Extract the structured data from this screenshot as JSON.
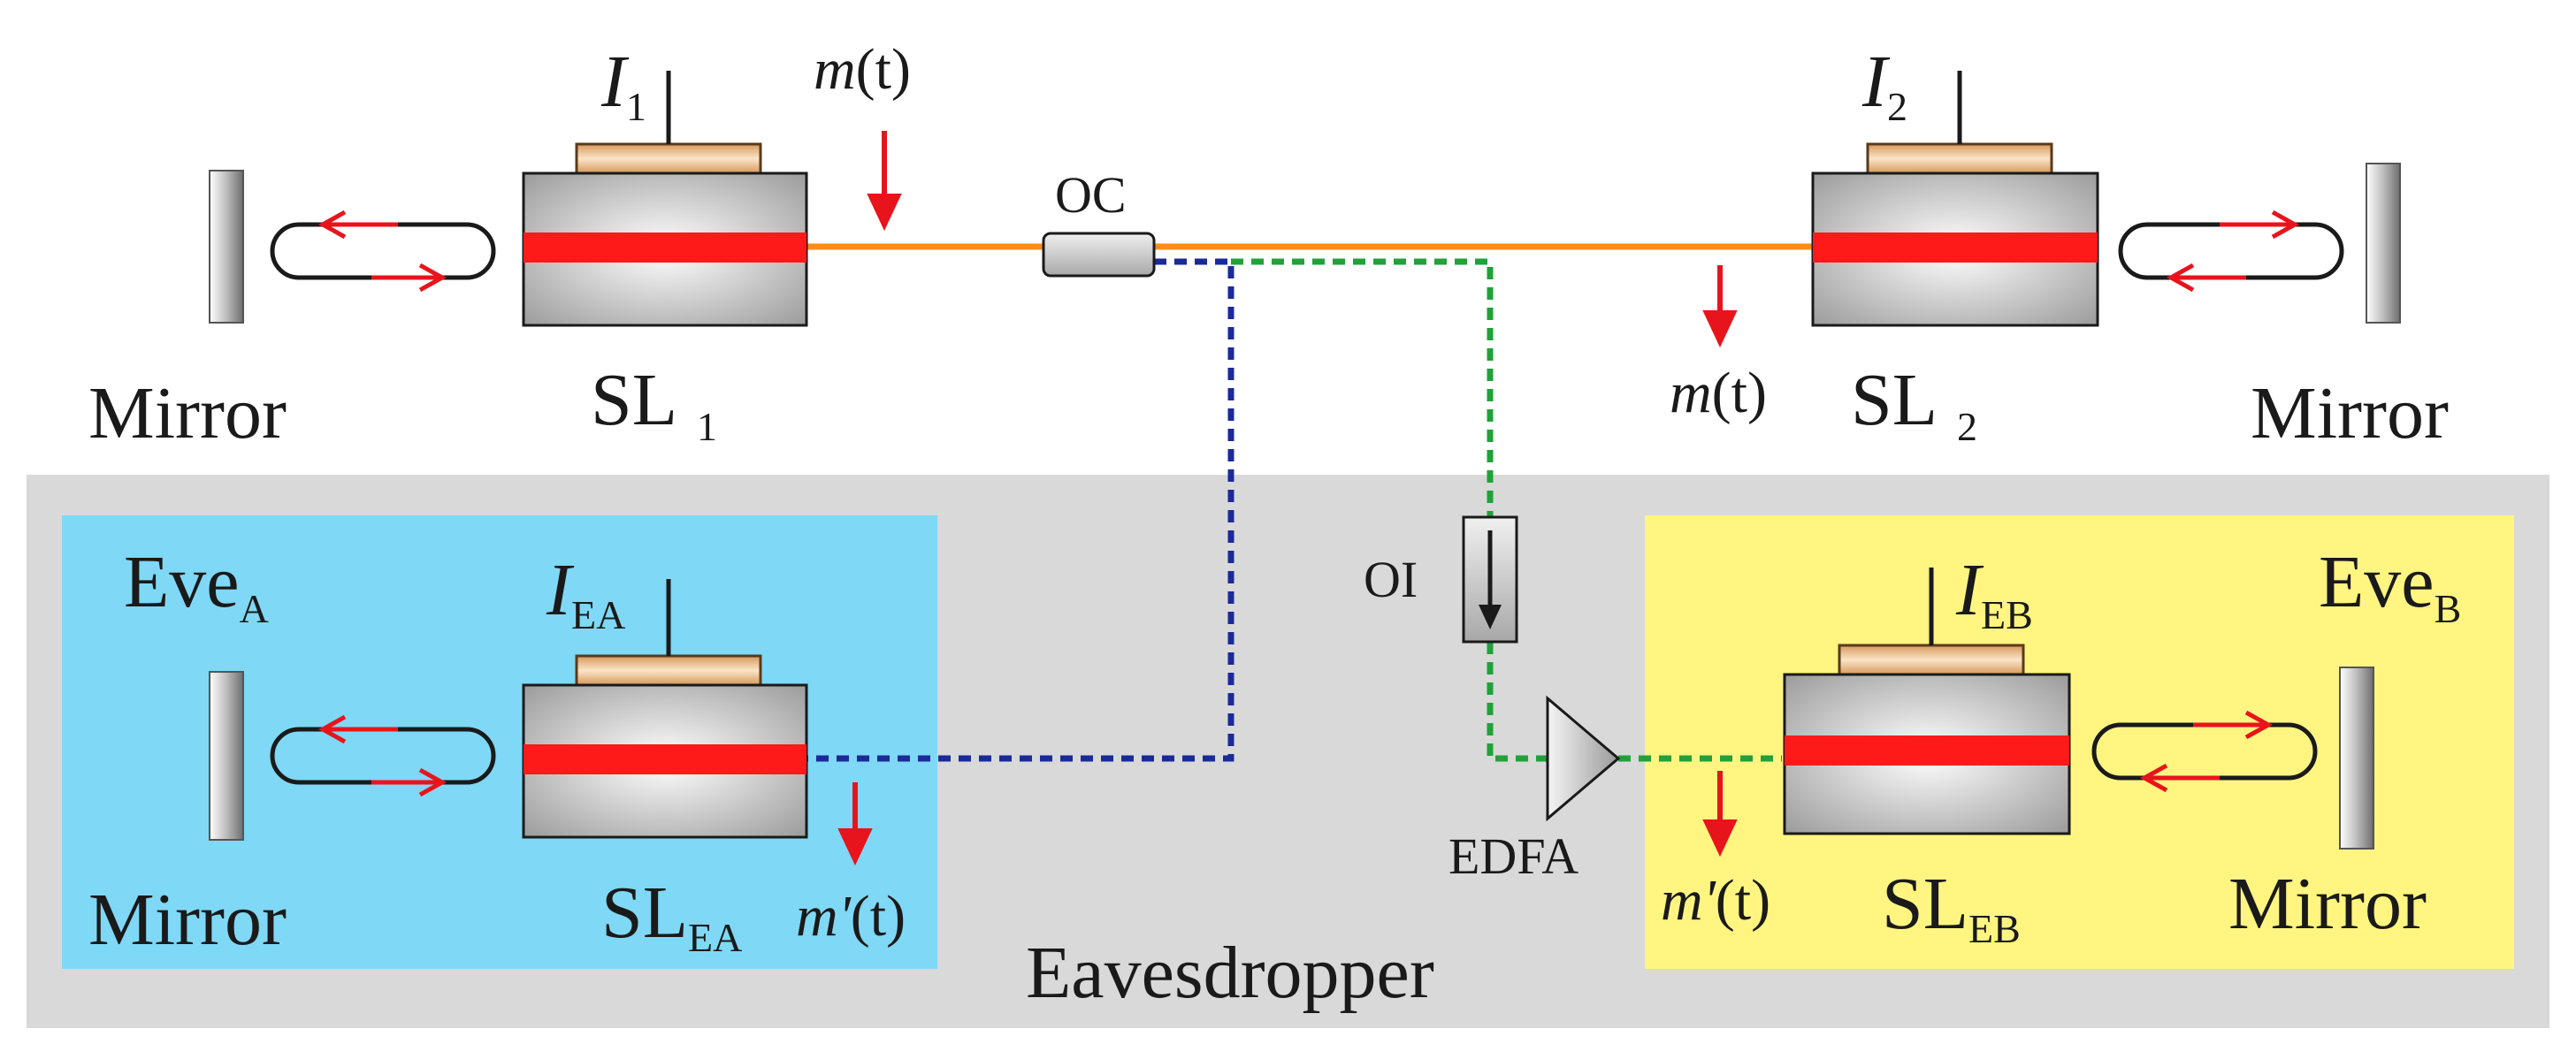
{
  "labels": {
    "mirror_left_top": "Mirror",
    "mirror_right_top": "Mirror",
    "mirror_eve_a": "Mirror",
    "mirror_eve_b": "Mirror",
    "sl1_main": "SL",
    "sl1_sub": "1",
    "sl2_main": "SL",
    "sl2_sub": "2",
    "slea_main": "SL",
    "slea_sub": "EA",
    "sleb_main": "SL",
    "sleb_sub": "EB",
    "i1_main": "I",
    "i1_sub": "1",
    "i2_main": "I",
    "i2_sub": "2",
    "iea_main": "I",
    "iea_sub": "EA",
    "ieb_main": "I",
    "ieb_sub": "EB",
    "m_top_italic": "m",
    "m_top_rest": "(t)",
    "m_right_italic": "m",
    "m_right_rest": "(t)",
    "mp_a_italic": "m'",
    "mp_a_rest": "(t)",
    "mp_b_italic": "m'",
    "mp_b_rest": "(t)",
    "oc": "OC",
    "oi": "OI",
    "edfa": "EDFA",
    "eve_a_main": "Eve",
    "eve_a_sub": "A",
    "eve_b_main": "Eve",
    "eve_b_sub": "B",
    "eavesdropper": "Eavesdropper"
  },
  "colors": {
    "eavesdropper_bg": "#d9d9d9",
    "eve_a_bg": "#7fd8f5",
    "eve_b_bg": "#fff580",
    "laser_stripe": "#ff1a1a",
    "fiber_main": "#ff8c1a",
    "fiber_eve_a": "#1a2a99",
    "fiber_eve_b": "#22a03a",
    "arrow_red": "#e8141c"
  }
}
